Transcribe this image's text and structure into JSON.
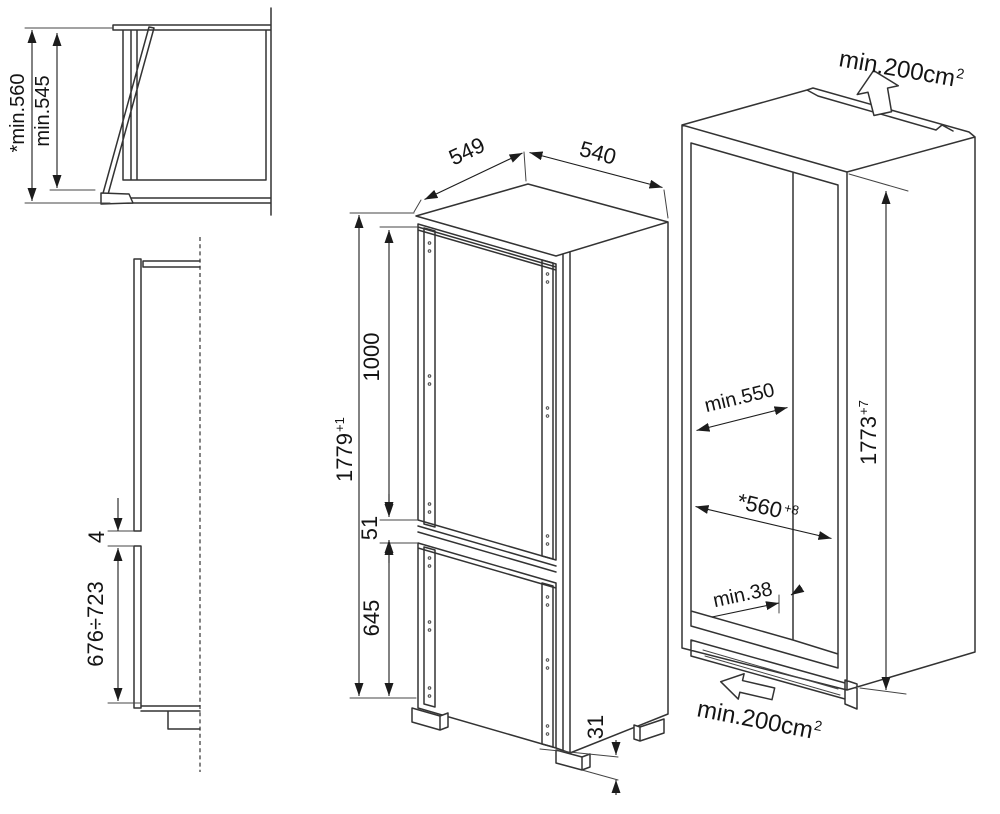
{
  "colors": {
    "background": "#ffffff",
    "line": "#333333",
    "dimension": "#1c1c1c",
    "text": "#141414"
  },
  "labels": {
    "top_view": {
      "door_swing": "*min.560",
      "depth": "min.545"
    },
    "side_view": {
      "gap": "4",
      "lower_panel": "676÷723"
    },
    "appliance": {
      "depth": "549",
      "width": "540",
      "height": "1779",
      "height_tol": "+1",
      "upper_door": "1000",
      "gap": "51",
      "lower_door": "645",
      "feet": "31"
    },
    "niche": {
      "vent_top": "min.200cm",
      "vent_top_exp": "2",
      "height": "1773",
      "height_tol": "+7",
      "depth": "min.550",
      "width": "*560",
      "width_tol": "+8",
      "bottom_gap": "min.38",
      "vent_bottom": "min.200cm",
      "vent_bottom_exp": "2"
    }
  }
}
